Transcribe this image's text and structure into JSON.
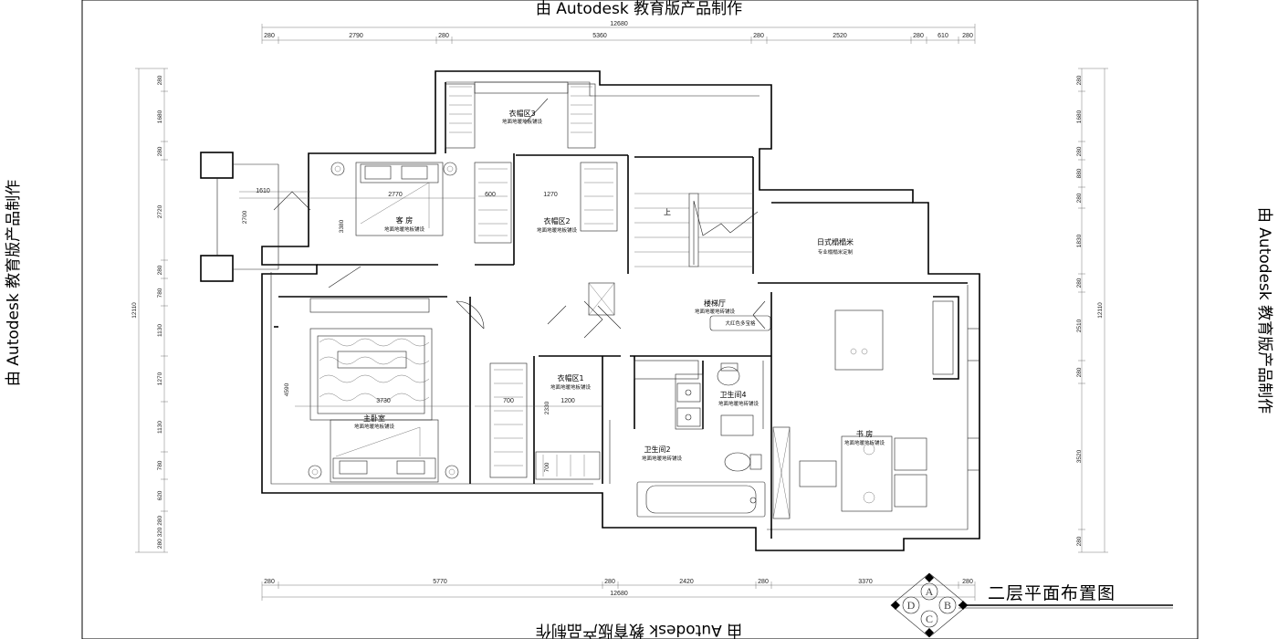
{
  "watermarks": {
    "top": "由 Autodesk 教育版产品制作",
    "bottom": "由 Autodesk 教育版产品制作",
    "left": "由 Autodesk 教育版产品制作",
    "right": "由 Autodesk 教育版产品制作"
  },
  "dimensions": {
    "top_total": "12680",
    "top_segments": [
      "280",
      "2790",
      "280",
      "5360",
      "280",
      "2520",
      "280",
      "610",
      "280"
    ],
    "bottom_total": "12680",
    "bottom_segments": [
      "280",
      "5770",
      "280",
      "2420",
      "280",
      "3370",
      "280"
    ],
    "left_total": "12110",
    "left_segments": [
      "280",
      "1680",
      "280",
      "2720",
      "280",
      "780",
      "1130",
      "1270",
      "1130",
      "780",
      "620",
      "280 320 280"
    ],
    "right_total": "12110",
    "right_segments": [
      "280",
      "1680",
      "280",
      "880",
      "280",
      "1830",
      "280",
      "2510",
      "280",
      "3520",
      "280"
    ],
    "interior": {
      "d1610": "1610",
      "d2700": "2700",
      "d2770": "2770",
      "d3380": "3380",
      "d600": "600",
      "d1270": "1270",
      "d3730": "3730",
      "d4590": "4590",
      "d700": "700",
      "d1200": "1200",
      "d2330": "2330",
      "d700b": "700"
    }
  },
  "rooms": {
    "guest": {
      "name": "客 房",
      "floor": "地面地暖地板铺设"
    },
    "closet3": {
      "name": "衣帽区3",
      "floor": "地面地暖地板铺设"
    },
    "closet2": {
      "name": "衣帽区2",
      "floor": "地面地暖地板铺设"
    },
    "stairs_up": "上",
    "stairhall": {
      "name": "楼梯厅",
      "floor": "地面地暖地砖铺设",
      "feature": "大红色多宝格"
    },
    "tatami": {
      "name": "日式榻榻米",
      "floor": "专业榻榻米定制"
    },
    "master": {
      "name": "主卧室",
      "floor": "地面地暖地板铺设"
    },
    "closet1": {
      "name": "衣帽区1",
      "floor": "地面地暖地板铺设"
    },
    "bath4": {
      "name": "卫生间4",
      "floor": "地面地暖地砖铺设"
    },
    "bath2": {
      "name": "卫生间2",
      "floor": "地面地暖地砖铺设"
    },
    "study": {
      "name": "书 房",
      "floor": "地面地暖地板铺设"
    }
  },
  "drawing_title": "二层平面布置图",
  "logo_letters": [
    "A",
    "B",
    "C",
    "D"
  ]
}
